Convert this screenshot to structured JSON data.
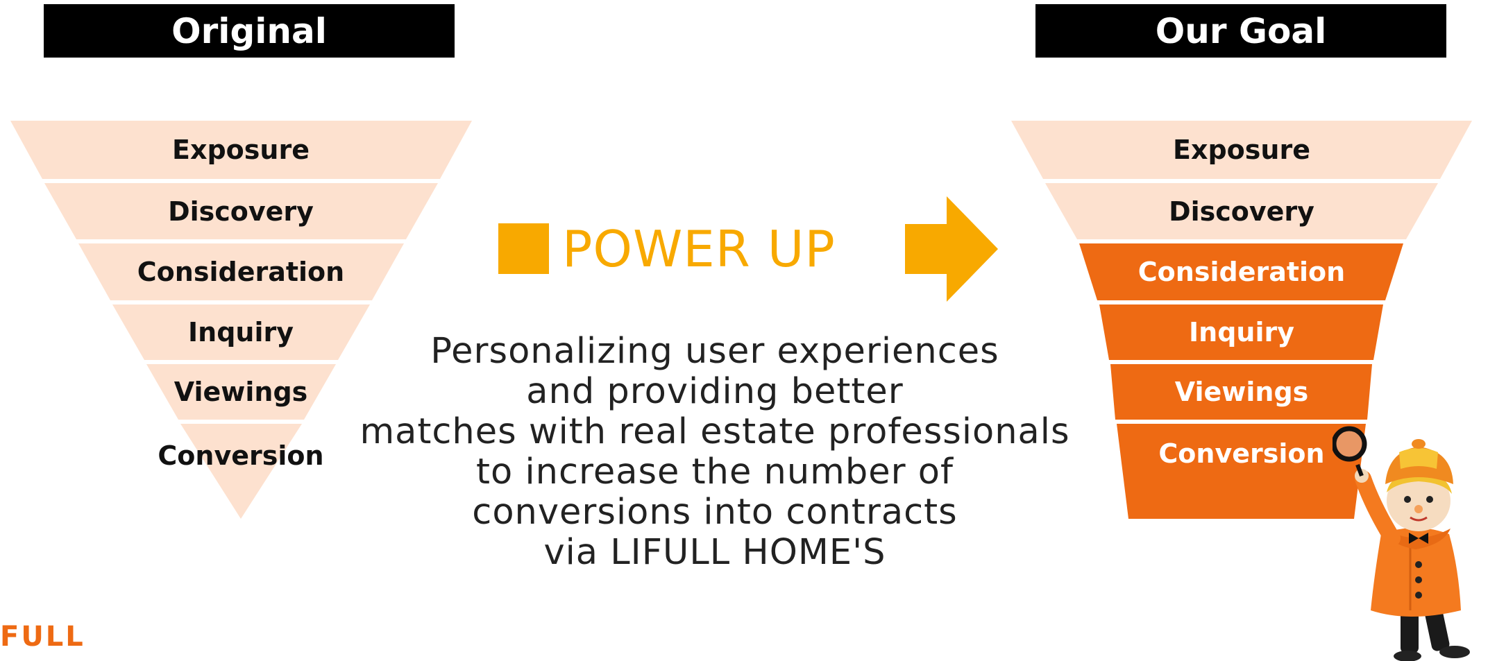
{
  "headers": {
    "left": "Original",
    "right": "Our Goal"
  },
  "original_funnel": {
    "stages": [
      "Exposure",
      "Discovery",
      "Consideration",
      "Inquiry",
      "Viewings",
      "Conversion"
    ]
  },
  "goal_funnel": {
    "stages": [
      "Exposure",
      "Discovery",
      "Consideration",
      "Inquiry",
      "Viewings",
      "Conversion"
    ]
  },
  "center": {
    "power_up": "POWER UP",
    "description_lines": [
      "Personalizing user experiences",
      "and providing better",
      "matches with real estate professionals",
      "to increase the number of",
      "conversions into contracts",
      "via LIFULL HOME'S"
    ]
  },
  "logo": {
    "text": "FULL"
  },
  "colors": {
    "light_stage": "#fde1cf",
    "highlight_stage": "#ee6a13",
    "accent_yellow": "#f8a900",
    "header_bg": "#000000"
  }
}
